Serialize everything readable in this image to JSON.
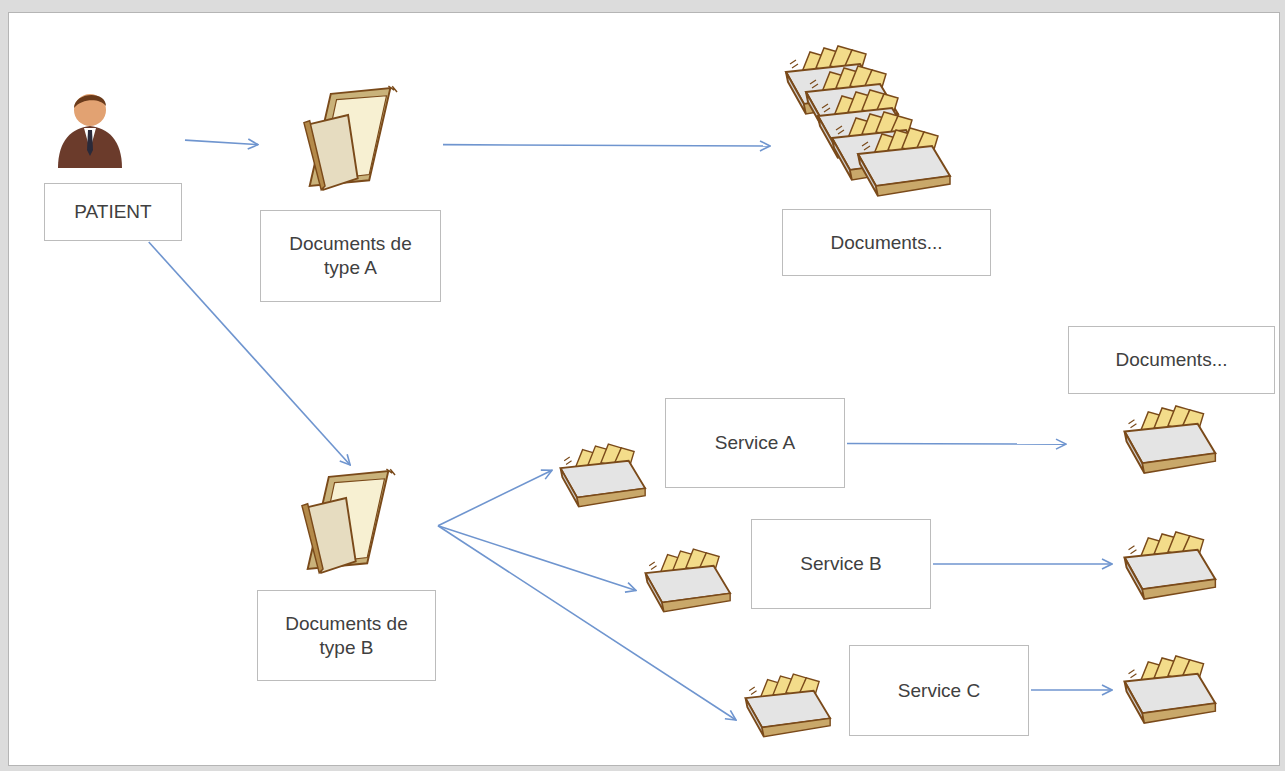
{
  "diagram": {
    "nodes": [
      {
        "text": [
          "PATIENT"
        ]
      },
      {
        "text": [
          "Documents de type A"
        ]
      },
      {
        "text": [
          "Documents..."
        ]
      },
      {
        "text": [
          "Documents de type B"
        ]
      },
      {
        "text": [
          "Service A"
        ]
      },
      {
        "text": [
          "Service B"
        ]
      },
      {
        "text": [
          "Service C"
        ]
      },
      {
        "text": [
          "Documents..."
        ]
      }
    ],
    "edges": [
      {
        "from": 0,
        "to": 1,
        "arrow": "to"
      },
      {
        "from": 0,
        "to": 3,
        "arrow": "to"
      },
      {
        "from": 1,
        "to": 2,
        "arrow": "to"
      },
      {
        "from": 3,
        "to": 4,
        "arrow": "to"
      },
      {
        "from": 3,
        "to": 5,
        "arrow": "to"
      },
      {
        "from": 3,
        "to": 6,
        "arrow": "to"
      },
      {
        "from": 4,
        "to": 7,
        "arrow": "to"
      }
    ]
  }
}
